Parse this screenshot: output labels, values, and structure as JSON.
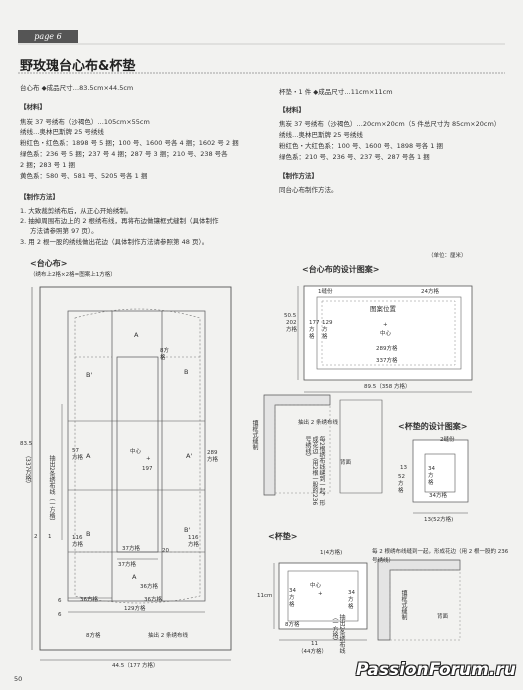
{
  "header": {
    "page_tag": "page 6",
    "title": "野玫瑰台心布&杯垫"
  },
  "left_spec": {
    "line": "台心布 ◆成品尺寸…83.5cm×44.5cm",
    "materials_title": "【材料】",
    "materials": [
      "焦炭 37 号绣布（沙褐色）…105cm×55cm",
      "绣线…奥林巴斯牌 25 号绣线",
      "粉红色・红色系：1898 号 5 捆；100 号、1600 号各 4 捆；1602 号 2 捆",
      "绿色系：236 号 5 捆；237 号 4 捆；287 号 3 捆；210 号、238 号各",
      "2 捆；283 号 1 捆",
      "黄色系：580 号、581 号、5205 号各 1 捆"
    ],
    "method_title": "【制作方法】",
    "method": [
      "1. 大致裁剪绣布后，从正心开始绣制。",
      "2. 抽掉周围布边上的 2 根绣布线，再将布边做镶框式缝制（具体制作",
      "方法请参照第 97 页）。",
      "3. 用 2 根一股的绣线做出花边（具体制作方法请参照第 48 页）。"
    ]
  },
  "right_spec": {
    "line": "杯垫・1 件 ◆成品尺寸…11cm×11cm",
    "materials_title": "【材料】",
    "materials": [
      "焦炭 37 号绣布（沙褐色）…20cm×20cm（5 件总尺寸为 85cm×20cm）",
      "绣线…奥林巴斯牌 25 号绣线",
      "粉红色・大红色系：100 号、1600 号、1898 号各 1 捆",
      "绿色系：210 号、236 号、237 号、287 号各 1 捆"
    ],
    "method_title": "【制作方法】",
    "method": [
      "同台心布制作方法。"
    ]
  },
  "unit_note": "（单位：厘米）",
  "doily": {
    "title": "<台心布>",
    "subtitle": "（绣布上2格×2格=图案上1方格）",
    "total_h": "83.5",
    "total_h_cells": "（337方格）",
    "total_w": "44.5（177 方格）",
    "labels": {
      "A": "A",
      "B": "B",
      "B2": "B'",
      "A2": "A'",
      "center": "中心",
      "plus": "+"
    },
    "dims": {
      "d57": "57方格",
      "d197": "197",
      "d289": "289方格",
      "d116": "116方格",
      "d37": "37方格",
      "d20": "20",
      "d36": "36方格",
      "d129": "129方格",
      "d8": "8方格",
      "d6": "6",
      "d2": "2",
      "d1": "1"
    },
    "pull_v": "抽出2条绣布线（一方格）",
    "pull_h": "抽出 2 条绣布线"
  },
  "doily_design": {
    "title": "<台心布的设计图案>",
    "seam": "1缝份",
    "w24": "24方格",
    "pos": "图案位置",
    "center": "中心",
    "plus": "+",
    "h": "50.5",
    "h_cells": "202方格",
    "h177": "177方格",
    "h129": "129方格",
    "w289": "289方格",
    "w337": "337方格",
    "width": "89.5（358 方格）"
  },
  "corner": {
    "label": "镶框式缝制",
    "pull": "抽出 2 条绣布线",
    "note": "每2根绣布线缝到一起，形成花边（用2根一股的236号绣线）",
    "back": "背面"
  },
  "coaster_design": {
    "title": "<杯垫的设计图案>",
    "seam": "2缝份",
    "h": "13",
    "h_cells": "52方格",
    "h34": "34方格",
    "w": "13(52方格)",
    "w34": "34方格"
  },
  "coaster": {
    "title": "<杯垫>",
    "top": "1(4方格)",
    "left": "11cm",
    "d34": "34方格",
    "d8": "8方格",
    "center": "中心",
    "plus": "+",
    "pull": "抽出2条绣布线（一方格）",
    "bottom": "11",
    "bottom_cells": "（44方格）"
  },
  "corner2": {
    "note": "每 2 根绣布线缝到一起，形成花边（用 2 根一股的 236 号绣线）",
    "label": "镶框式缝制",
    "back": "背面"
  },
  "footer": {
    "page_num": "50",
    "watermark": "PassionForum.ru"
  }
}
